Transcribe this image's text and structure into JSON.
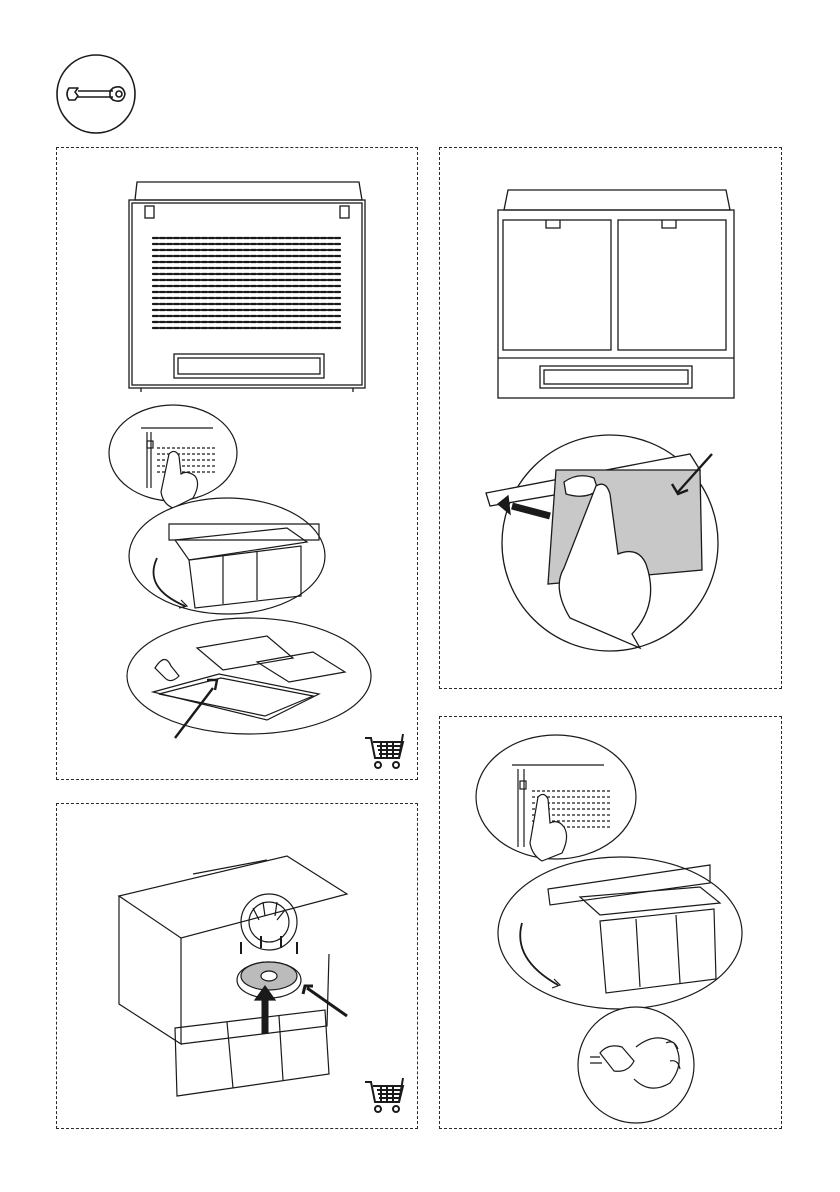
{
  "page": {
    "page_number": "",
    "maintenance_icon": "wrench-icon"
  },
  "panels": [
    {
      "id": "grease-filter-removal",
      "icons": [
        "hood-front-view",
        "press-release-zoom",
        "filter-swing-open",
        "filter-wash"
      ],
      "has_cart": true
    },
    {
      "id": "filter-latch-release",
      "icons": [
        "hood-double-filter-view",
        "finger-slide-latch"
      ],
      "has_cart": false
    },
    {
      "id": "carbon-filter-fitting",
      "icons": [
        "carbon-filter-twist"
      ],
      "has_cart": true
    },
    {
      "id": "lamp-replacement",
      "icons": [
        "press-release-zoom",
        "filter-swing-open",
        "bulb-replace"
      ],
      "has_cart": false
    }
  ],
  "colors": {
    "line": "#1a1a1a",
    "filter_fill": "#c8c8c8",
    "background": "#ffffff"
  }
}
